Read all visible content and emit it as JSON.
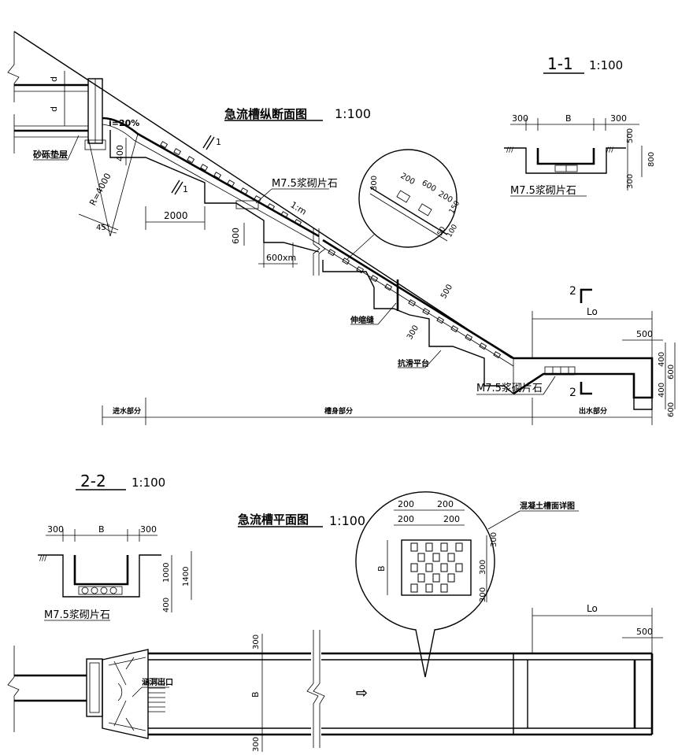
{
  "long_section": {
    "title": "急流槽纵断面图",
    "scale": "1:100",
    "labels": {
      "d1": "d",
      "d2": "d",
      "slope": "i=20%",
      "sand_cushion": "砂砾垫层",
      "radius": "R=4000",
      "angle": "45°",
      "dim_400": "400",
      "dim_2000": "2000",
      "dim_600": "600",
      "dim_600xm": "600xm",
      "cut1_a": "1",
      "cut1_b": "1",
      "mortar_1": "M7.5浆砌片石",
      "ratio": "1:m",
      "expansion_joint": "伸缩缝",
      "dim_500": "500",
      "dim_300": "300",
      "anti_slip": "抗滑平台",
      "mortar_2": "M7.5浆砌片石",
      "cut2_top": "2",
      "cut2_bottom": "2",
      "lo": "Lo",
      "dim_500b": "500",
      "dim_400r": "400",
      "dim_600r": "600",
      "dim_400r2": "400",
      "dim_600r2": "600"
    },
    "detail": {
      "d300": "300",
      "d200": "200",
      "d600": "600",
      "d200b": "200",
      "d150": "150",
      "d50": "50",
      "d100": "100"
    },
    "zones": {
      "inlet": "进水部分",
      "channel": "槽身部分",
      "outlet": "出水部分"
    }
  },
  "section_1_1": {
    "title": "1-1",
    "scale": "1:100",
    "labels": {
      "left300": "300",
      "b": "B",
      "right300": "300",
      "h500": "500",
      "h800": "800",
      "h300": "300",
      "mortar": "M7.5浆砌片石"
    }
  },
  "section_2_2": {
    "title": "2-2",
    "scale": "1:100",
    "labels": {
      "left300": "300",
      "b": "B",
      "right300": "300",
      "h1000": "1000",
      "h1400": "1400",
      "h400": "400",
      "mortar": "M7.5浆砌片石"
    }
  },
  "plan_view": {
    "title": "急流槽平面图",
    "scale": "1:100",
    "labels": {
      "culvert_outlet": "涵洞出口",
      "top300": "300",
      "b": "B",
      "bottom300": "300",
      "lo": "Lo",
      "dim500": "500",
      "flow_arrow": "⇨"
    },
    "detail": {
      "title": "混凝土槽面详图",
      "d200a": "200",
      "d200b": "200",
      "d200c": "200",
      "d200d": "200",
      "b": "B",
      "r300a": "300",
      "r300b": "300",
      "r300c": "300"
    }
  }
}
